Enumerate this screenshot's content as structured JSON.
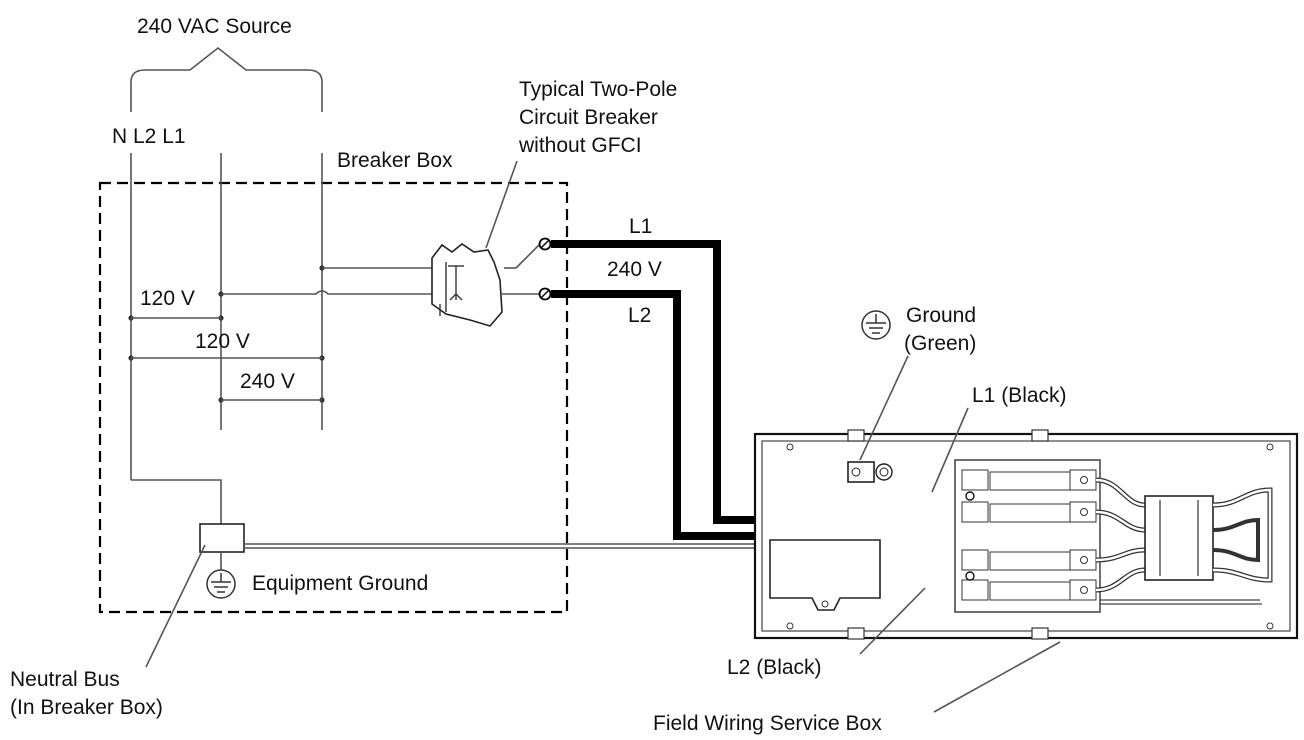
{
  "labels": {
    "source": "240 VAC Source",
    "phases": "N L2 L1",
    "breaker_box": "Breaker Box",
    "circuit_breaker": [
      "Typical Two-Pole",
      "Circuit Breaker",
      "without GFCI"
    ],
    "l1": "L1",
    "v240_line": "240 V",
    "l2": "L2",
    "v120_a": "120 V",
    "v120_b": "120 V",
    "v240_b": "240 V",
    "ground": [
      "Ground",
      "(Green)"
    ],
    "l1_black": "L1 (Black)",
    "l2_black": "L2 (Black)",
    "equipment_ground": "Equipment Ground",
    "neutral_bus": [
      "Neutral Bus",
      "(In Breaker Box)"
    ],
    "service_box": "Field Wiring Service Box"
  },
  "icons": {
    "ground_symbol": "ground-icon",
    "breaker": "circuit-breaker-icon",
    "terminal": "screw-terminal-icon"
  },
  "colors": {
    "line": "#555555",
    "wire": "#000000",
    "text": "#111111"
  }
}
